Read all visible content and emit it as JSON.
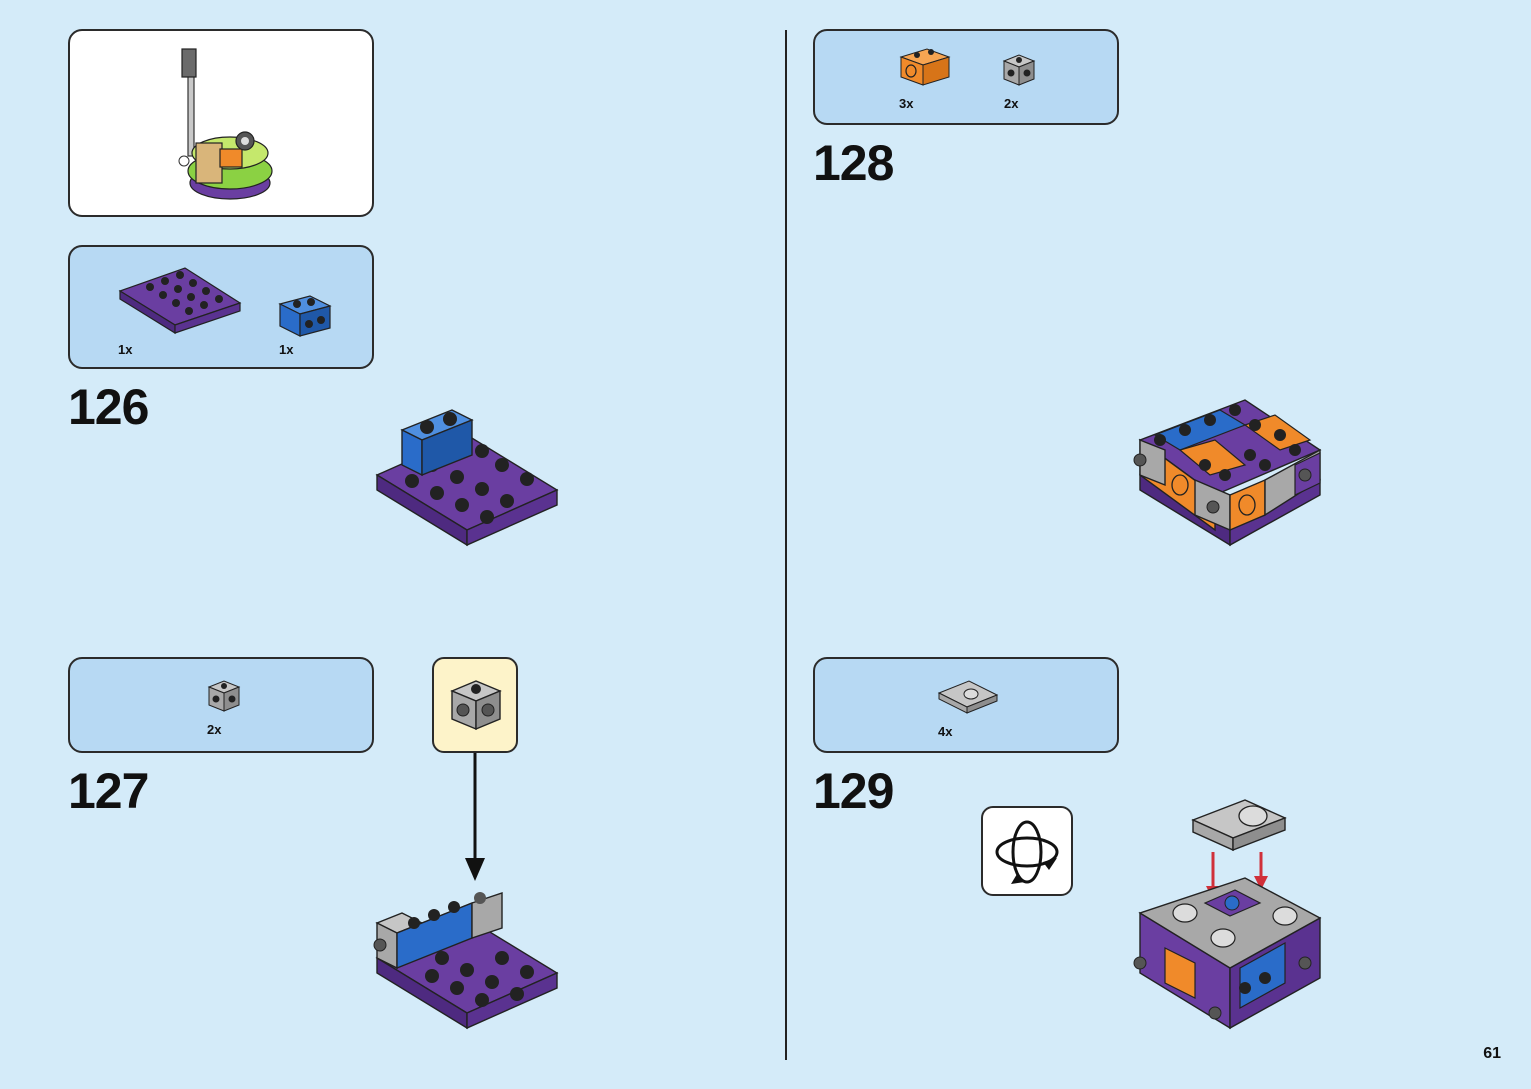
{
  "page": {
    "number": "61"
  },
  "steps": [
    {
      "number": "126",
      "parts": [
        {
          "qty": "1x",
          "color": "#6a3ea1"
        },
        {
          "qty": "1x",
          "color": "#2a6cc9"
        }
      ]
    },
    {
      "number": "127",
      "parts": [
        {
          "qty": "2x",
          "color": "#a8a8a8"
        }
      ]
    },
    {
      "number": "128",
      "parts": [
        {
          "qty": "3x",
          "color": "#f08a2a"
        },
        {
          "qty": "2x",
          "color": "#a8a8a8"
        }
      ]
    },
    {
      "number": "129",
      "parts": [
        {
          "qty": "4x",
          "color": "#a8a8a8"
        }
      ]
    }
  ],
  "icons": {
    "rotate": "rotate-model-icon",
    "arrow": "placement-arrow-icon"
  },
  "colors": {
    "background": "#d4ebf9",
    "parts_box": "#b7d9f3",
    "callout": "#fdf3c9",
    "purple": "#6a3ea1",
    "blue": "#2a6cc9",
    "orange": "#f08a2a",
    "gray": "#a8a8a8",
    "lime": "#8bd143",
    "red_arrow": "#d0303a"
  }
}
